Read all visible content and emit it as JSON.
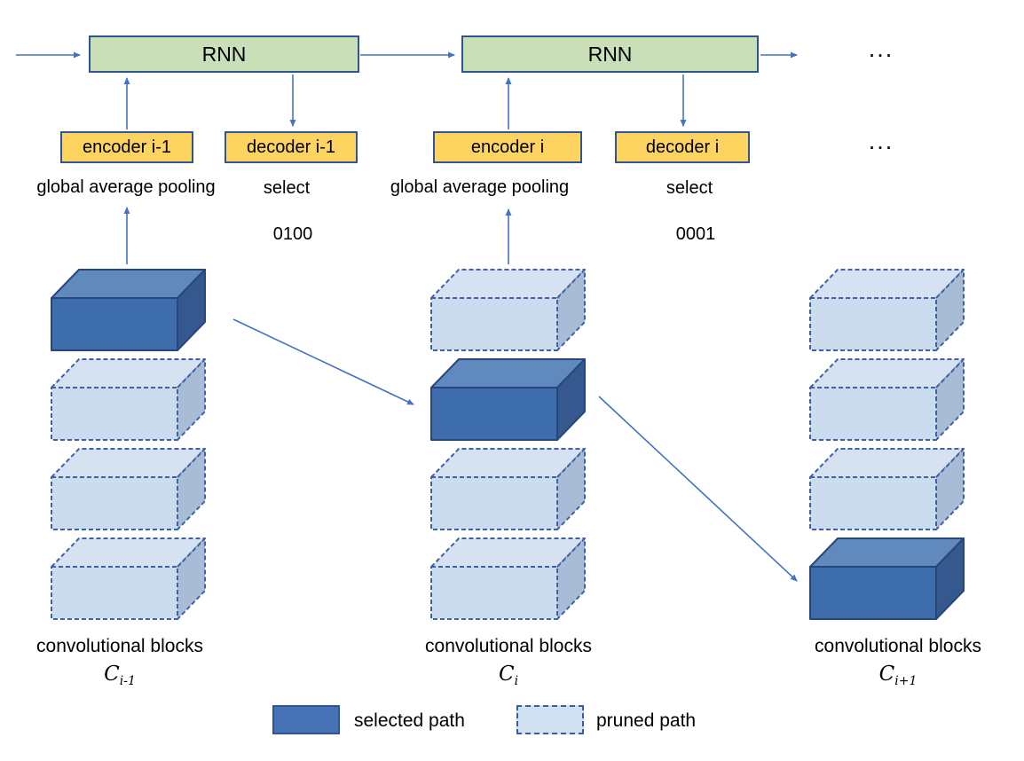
{
  "figure": {
    "rnn_label": "RNN",
    "ellipsis": "...",
    "encoder_prev": "encoder i-1",
    "decoder_prev": "decoder i-1",
    "encoder_cur": "encoder i",
    "decoder_cur": "decoder i",
    "gap_label_prev": "global average pooling",
    "gap_label_cur": "global average pooling",
    "select_label_prev": "select",
    "select_code_prev": "0100",
    "select_label_cur": "select",
    "select_code_cur": "0001"
  },
  "columns": [
    {
      "label": "convolutional blocks",
      "symbol": "C",
      "sub": "i-1",
      "blocks": [
        "selected",
        "pruned",
        "pruned",
        "pruned"
      ]
    },
    {
      "label": "convolutional blocks",
      "symbol": "C",
      "sub": "i",
      "blocks": [
        "pruned",
        "selected",
        "pruned",
        "pruned"
      ]
    },
    {
      "label": "convolutional blocks",
      "symbol": "C",
      "sub": "i+1",
      "blocks": [
        "pruned",
        "pruned",
        "pruned",
        "selected"
      ]
    }
  ],
  "legend": {
    "selected_label": "selected path",
    "pruned_label": "pruned path"
  },
  "colors": {
    "arrow": "#4472C4",
    "rnn_fill": "#C8DFB8",
    "coder_fill": "#FCD45F",
    "box_border": "#2F5597",
    "selected_front": "#3E6DAE",
    "selected_top": "#6089BE",
    "selected_side": "#35598E",
    "selected_edge": "#27477A",
    "pruned_front": "#CBDCEF",
    "pruned_top": "#D6E2F2",
    "pruned_side": "#A9BCD6",
    "pruned_edge": "#3E62A4"
  }
}
